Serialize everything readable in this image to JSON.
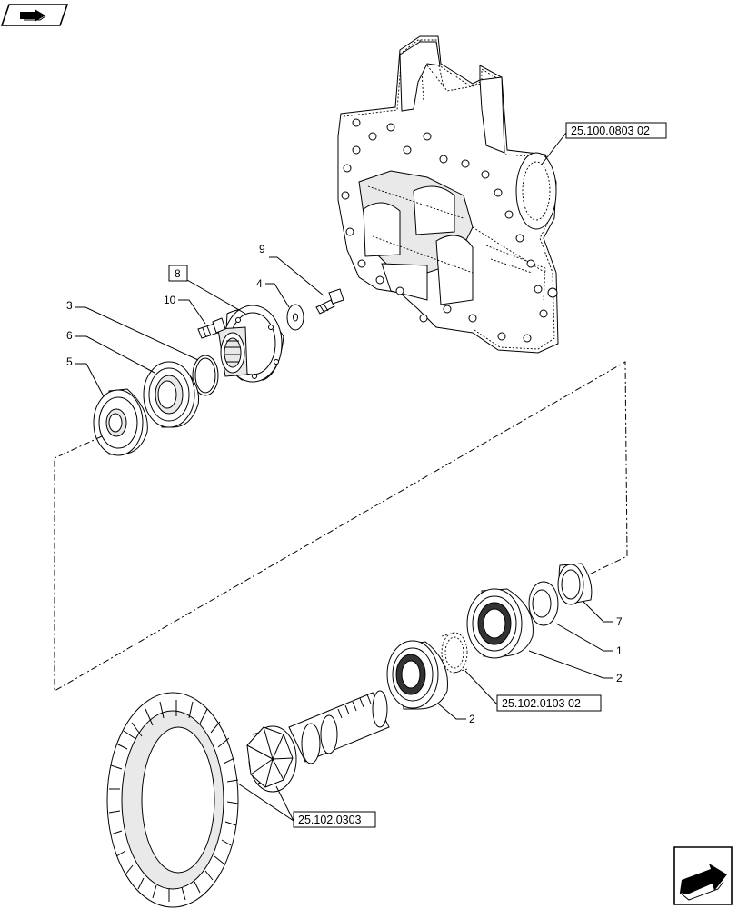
{
  "diagram": {
    "references": {
      "housing": "25.100.0803 02",
      "bearings": "25.102.0103 02",
      "gears": "25.102.0303"
    },
    "callouts": [
      {
        "id": "c9",
        "label": "9"
      },
      {
        "id": "c8",
        "label": "8"
      },
      {
        "id": "c4",
        "label": "4"
      },
      {
        "id": "c10",
        "label": "10"
      },
      {
        "id": "c3",
        "label": "3"
      },
      {
        "id": "c6",
        "label": "6"
      },
      {
        "id": "c5",
        "label": "5"
      },
      {
        "id": "c7",
        "label": "7"
      },
      {
        "id": "c1",
        "label": "1"
      },
      {
        "id": "c2a",
        "label": "2"
      },
      {
        "id": "c2b",
        "label": "2"
      }
    ],
    "icons": {
      "top_left": "book-arrow-icon",
      "bottom_right": "next-page-arrow-icon"
    }
  }
}
